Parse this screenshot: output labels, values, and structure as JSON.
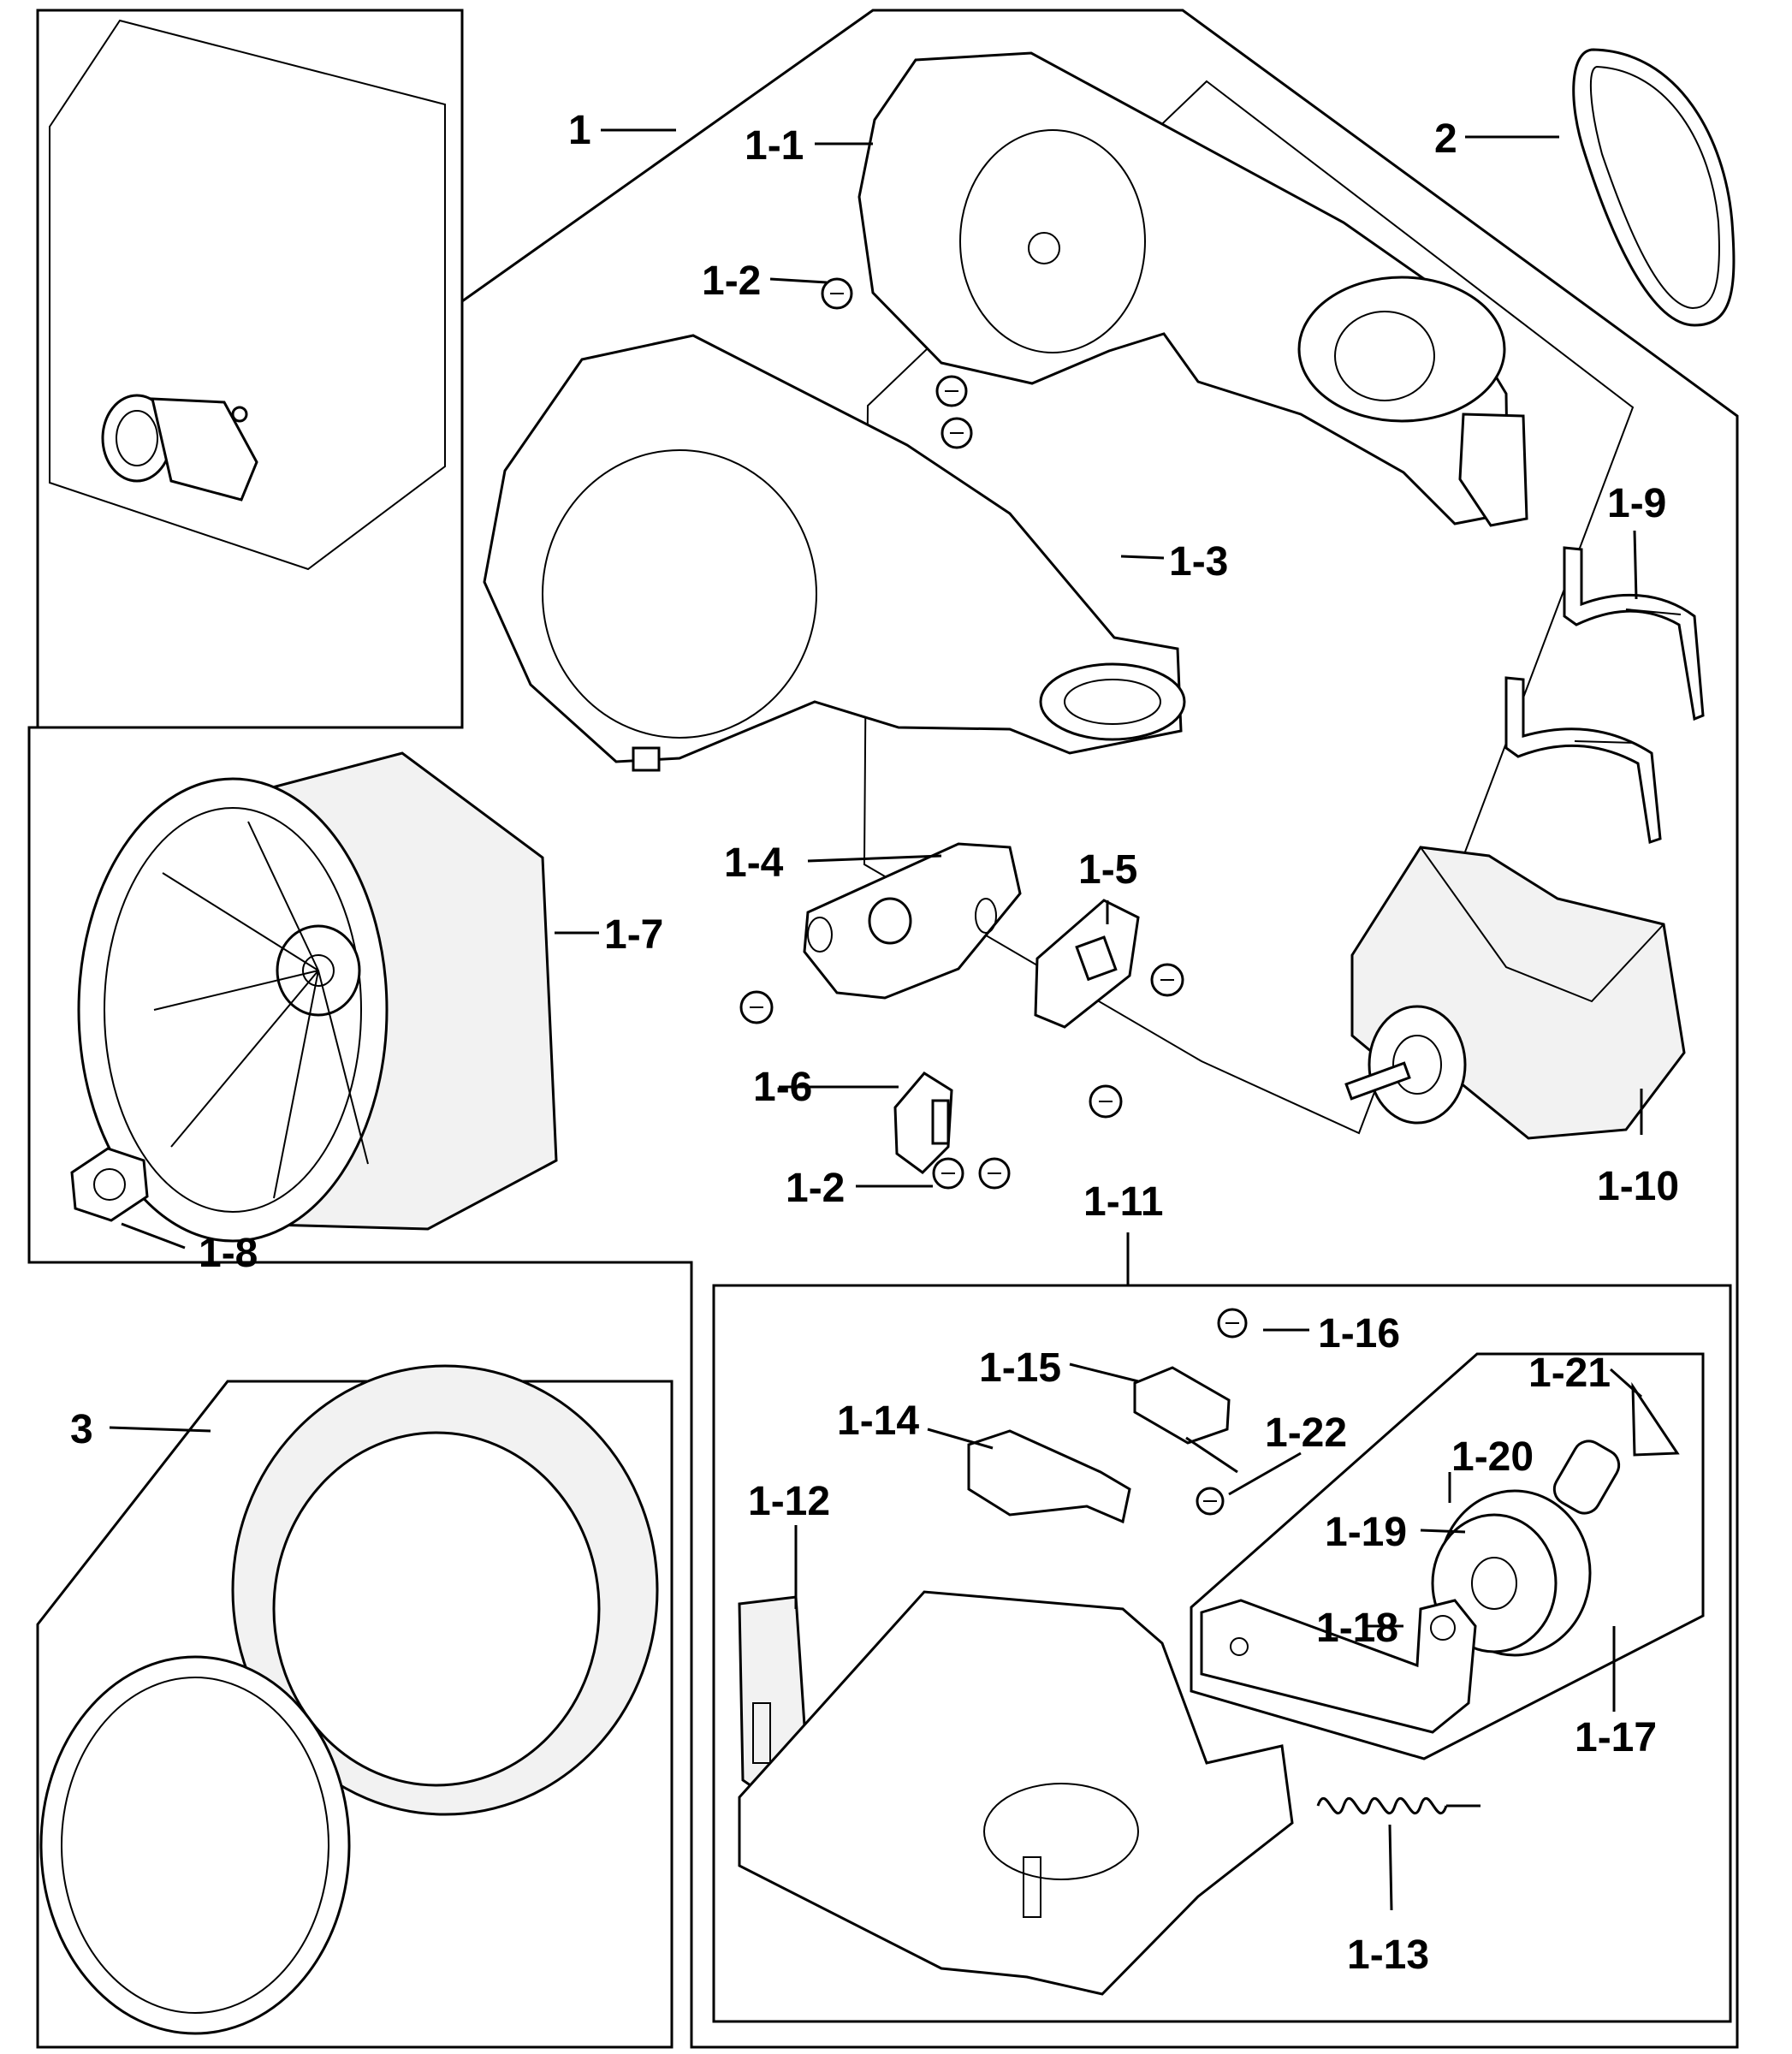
{
  "labels": {
    "l_1": "1",
    "l_1_1": "1-1",
    "l_1_2a": "1-2",
    "l_1_3": "1-3",
    "l_2": "2",
    "l_1_9": "1-9",
    "l_1_4": "1-4",
    "l_1_5": "1-5",
    "l_1_7": "1-7",
    "l_1_6": "1-6",
    "l_1_2b": "1-2",
    "l_1_8": "1-8",
    "l_1_10": "1-10",
    "l_1_11": "1-11",
    "l_1_16": "1-16",
    "l_1_15": "1-15",
    "l_1_21": "1-21",
    "l_1_14": "1-14",
    "l_1_22": "1-22",
    "l_1_20": "1-20",
    "l_3": "3",
    "l_1_12": "1-12",
    "l_1_19": "1-19",
    "l_1_18": "1-18",
    "l_1_17": "1-17",
    "l_1_13": "1-13"
  },
  "icons": [
    "blower-housing-icon",
    "fan-wheel-icon",
    "motor-icon",
    "belt-icon",
    "bracket-icon",
    "pulley-icon",
    "spring-icon",
    "screw-icon"
  ]
}
